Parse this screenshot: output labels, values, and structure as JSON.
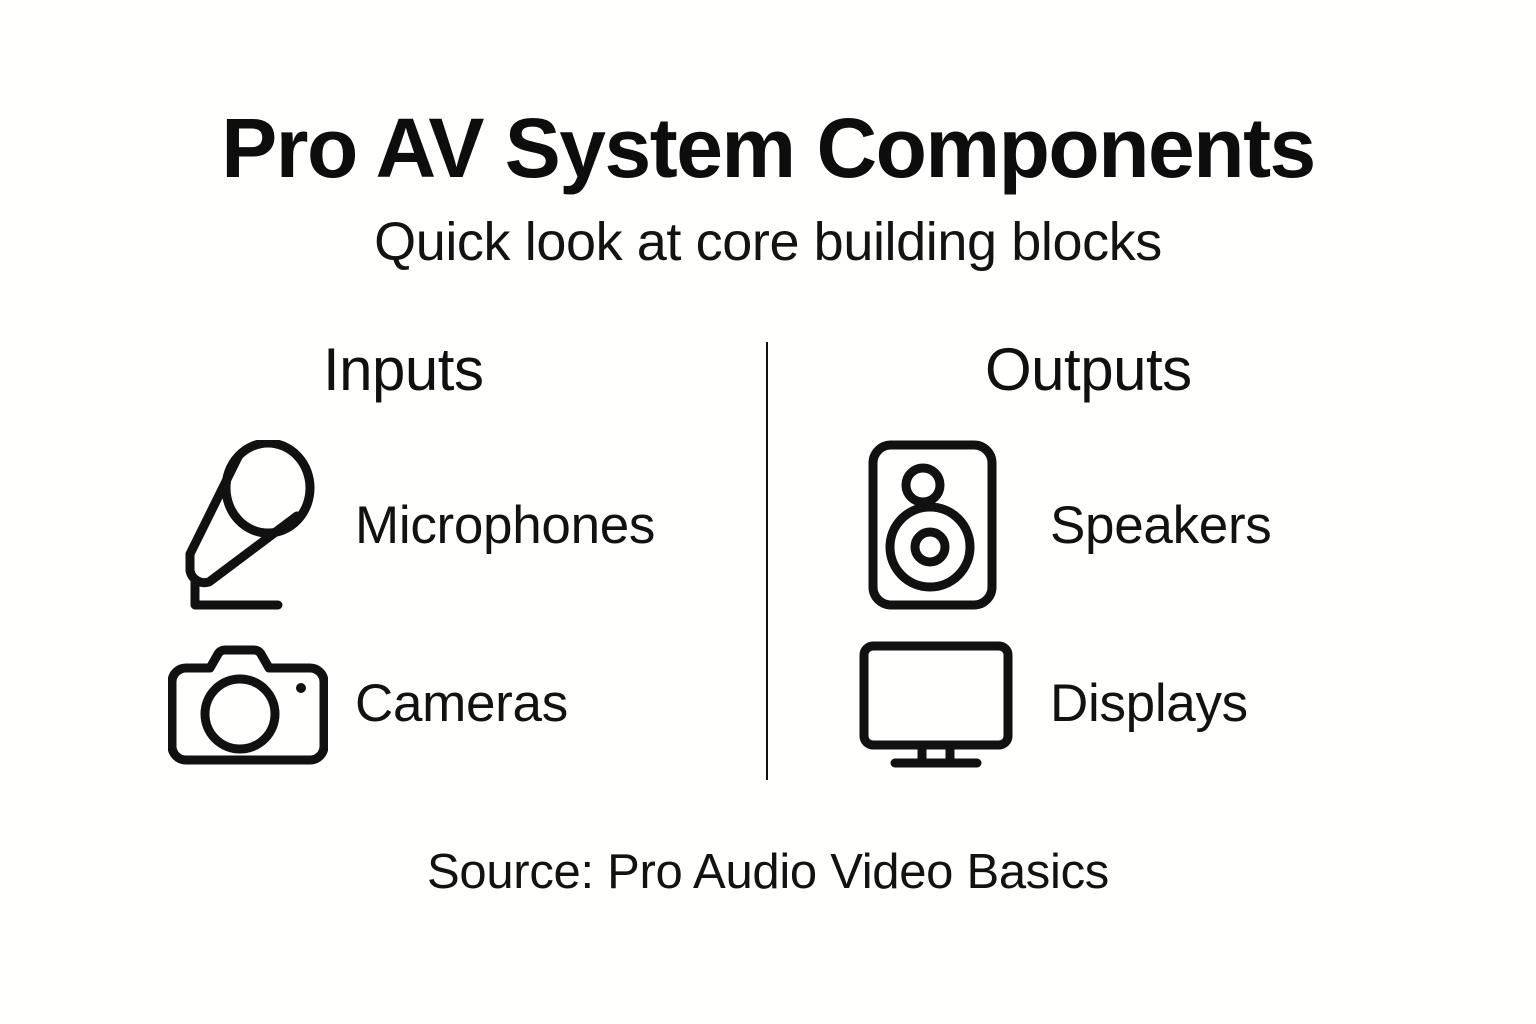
{
  "header": {
    "title": "Pro AV System Components",
    "subtitle": "Quick look at core building blocks"
  },
  "columns": [
    {
      "heading": "Inputs",
      "items": [
        {
          "label": "Microphones",
          "icon": "microphone-icon"
        },
        {
          "label": "Cameras",
          "icon": "camera-icon"
        }
      ]
    },
    {
      "heading": "Outputs",
      "items": [
        {
          "label": "Speakers",
          "icon": "speaker-icon"
        },
        {
          "label": "Displays",
          "icon": "display-monitor-icon"
        }
      ]
    }
  ],
  "footer": {
    "source": "Source: Pro Audio Video Basics"
  },
  "colors": {
    "background": "#fffffd",
    "ink": "#111111",
    "divider": "#111111"
  }
}
